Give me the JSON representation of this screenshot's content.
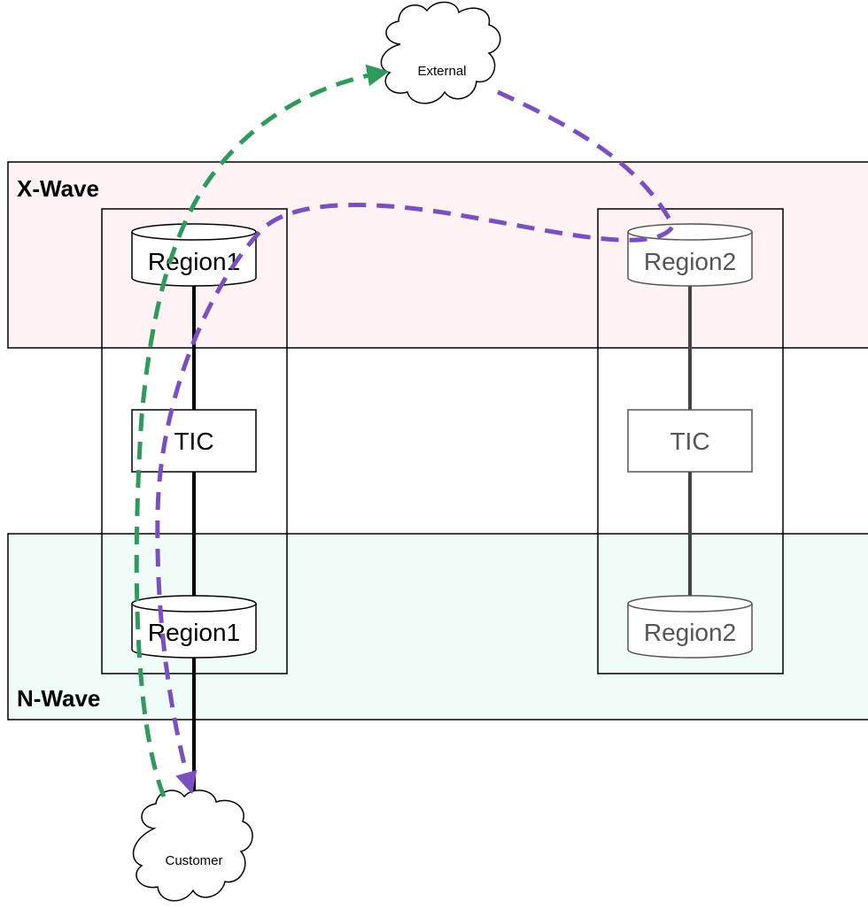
{
  "zones": {
    "top": {
      "label": "X-Wave",
      "fill": "#fff3f6"
    },
    "bottom": {
      "label": "N-Wave",
      "fill": "#f0fcf8"
    }
  },
  "clouds": {
    "external": "External",
    "customer": "Customer"
  },
  "stacks": {
    "left": {
      "top_db": "Region1",
      "middle": "TIC",
      "bottom_db": "Region1",
      "color": "#000000"
    },
    "right": {
      "top_db": "Region2",
      "middle": "TIC",
      "bottom_db": "Region2",
      "color": "#555555"
    }
  },
  "paths": {
    "green": "#2e9a5c",
    "purple": "#7b4fc0"
  }
}
